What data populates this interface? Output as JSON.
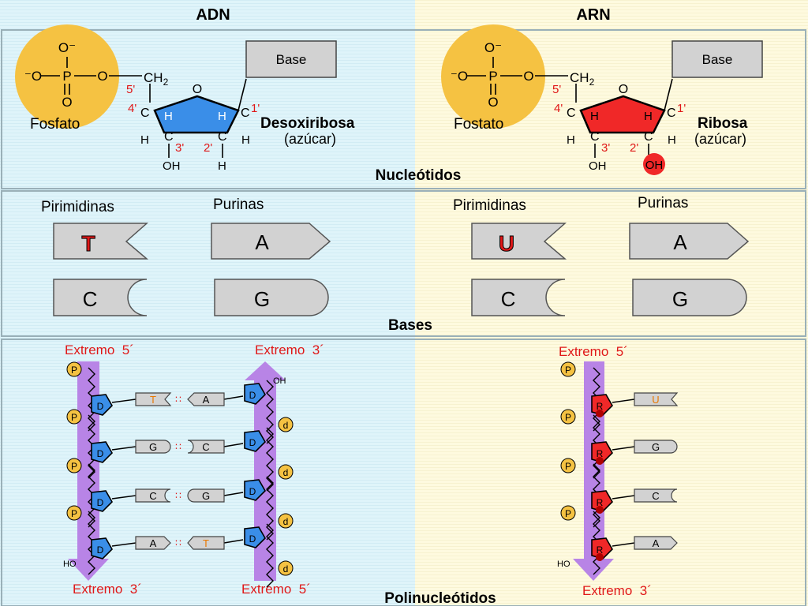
{
  "headers": {
    "left": "ADN",
    "right": "ARN"
  },
  "colors": {
    "left_bg": "#dcf2f8",
    "right_bg": "#fdf9dc",
    "phosphate": "#f5c242",
    "deoxyribose": "#3a8ee8",
    "ribose": "#f02828",
    "backbone": "#b884e6",
    "label_red": "#e01818",
    "base_fill": "#d2d2d2"
  },
  "nucleotides": {
    "dna": {
      "phosphate": {
        "top": "O⁻",
        "left": "⁻O",
        "center": "P",
        "right": "O",
        "bottom": "O",
        "caption": "Fosfato"
      },
      "ch2": "CH",
      "ch2_sub": "2",
      "ring_o": "O",
      "base_box": "Base",
      "carbons": {
        "c5": "5'",
        "c4": "4'",
        "c1": "1'",
        "c3": "3'",
        "c2": "2'"
      },
      "ring": {
        "c": "C",
        "h": "H"
      },
      "oh3": "OH",
      "h2": "H",
      "sugar_name": "Desoxiribosa",
      "sugar_note": "(azúcar)"
    },
    "rna": {
      "phosphate": {
        "top": "O⁻",
        "left": "⁻O",
        "center": "P",
        "right": "O",
        "bottom": "O",
        "caption": "Fostato"
      },
      "ch2": "CH",
      "ch2_sub": "2",
      "ring_o": "O",
      "base_box": "Base",
      "carbons": {
        "c5": "5'",
        "c4": "4'",
        "c1": "1'",
        "c3": "3'",
        "c2": "2'"
      },
      "ring": {
        "c": "C",
        "h": "H"
      },
      "oh3": "OH",
      "oh2": "OH",
      "sugar_name": "Ribosa",
      "sugar_note": "(azúcar)"
    },
    "section_title": "Nucleótidos"
  },
  "bases": {
    "dna": {
      "pyrimidines_label": "Pirimidinas",
      "purines_label": "Purinas",
      "pyr1": "T",
      "pyr2": "C",
      "pur1": "A",
      "pur2": "G"
    },
    "rna": {
      "pyrimidines_label": "Pirimidinas",
      "purines_label": "Purinas",
      "pyr1": "U",
      "pyr2": "C",
      "pur1": "A",
      "pur2": "G"
    },
    "section_title": "Bases"
  },
  "polynucleotides": {
    "dna": {
      "left_top": "Extremo  5´",
      "right_top": "Extremo  3´",
      "left_bottom": "Extremo  3´",
      "right_bottom": "Extremo  5´",
      "phosphate_label": "P",
      "sugar_label": "D",
      "phosphate_label_rev": "d",
      "oh": "OH",
      "ho": "HO",
      "pairs": [
        {
          "left": "T",
          "right": "A"
        },
        {
          "left": "G",
          "right": "C"
        },
        {
          "left": "C",
          "right": "G"
        },
        {
          "left": "A",
          "right": "T"
        }
      ]
    },
    "rna": {
      "top": "Extremo  5´",
      "bottom": "Extremo  3´",
      "phosphate_label": "P",
      "sugar_label": "R",
      "ho": "HO",
      "bases": [
        "U",
        "G",
        "C",
        "A"
      ]
    },
    "section_title": "Polinucleótidos"
  }
}
